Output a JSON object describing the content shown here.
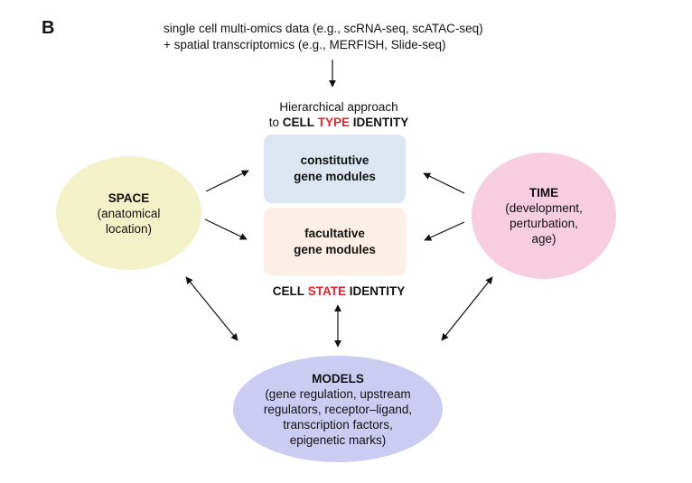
{
  "panel_label": "B",
  "input": {
    "line1": "single cell multi-omics data (e.g., scRNA-seq, scATAC-seq)",
    "line2": "+ spatial transcriptomics (e.g., MERFISH, Slide-seq)"
  },
  "type_heading": {
    "line1": "Hierarchical approach",
    "prefix": "to ",
    "word1": "CELL",
    "word2": "TYPE",
    "word3": "IDENTITY"
  },
  "constitutive_box": {
    "line1": "constitutive",
    "line2": "gene modules"
  },
  "facultative_box": {
    "line1": "facultative",
    "line2": "gene modules"
  },
  "state_heading": {
    "word1": "CELL",
    "word2": "STATE",
    "word3": "IDENTITY"
  },
  "space": {
    "title": "SPACE",
    "line1": "(anatomical",
    "line2": "location)"
  },
  "time": {
    "title": "TIME",
    "line1": "(development,",
    "line2": "perturbation,",
    "line3": "age)"
  },
  "models": {
    "title": "MODELS",
    "line1": "(gene regulation, upstream",
    "line2": "regulators, receptor–ligand,",
    "line3": "transcription factors,",
    "line4": "epigenetic marks)"
  },
  "colors": {
    "highlight_red": "#e8202a",
    "constitutive_fill": "#dce6f2",
    "facultative_fill": "#fdeee6",
    "space_fill": "#f3f1c8",
    "time_fill": "#f7cde0",
    "models_fill": "#ccccf3"
  }
}
